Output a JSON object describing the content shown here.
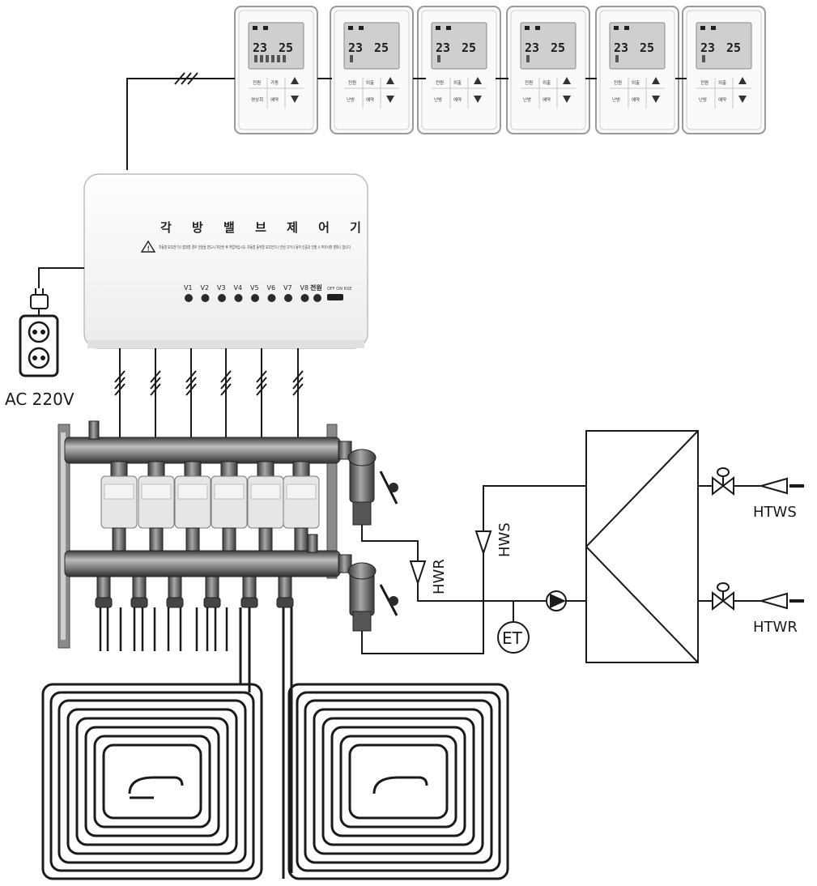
{
  "thermostat": {
    "temp_current": "23",
    "temp_set": "25",
    "btn_power": "전원",
    "btn_heat": "가동",
    "btn_cool": "외출",
    "btn_mode": "난방",
    "btn_mode_first": "영상회",
    "btn_reserve": "예약",
    "count": 6
  },
  "controller": {
    "title": "각 방 밸 브 제 어 기",
    "warning": "차동형 보조전기나 접대형 경우 전원을 반드시 차단한 후 작업하십시오. 차동형 동작형 보조전기나 전원 끄거나 동작 인증과 진행 시 주의사항 범위나 합니다.",
    "valve_labels": [
      "V1",
      "V2",
      "V3",
      "V4",
      "V5",
      "V6",
      "V7",
      "V8"
    ],
    "power_label": "전원",
    "switch_label": "OFF ON RSE"
  },
  "power_supply": {
    "label": "AC 220V"
  },
  "piping": {
    "hwr": "HWR",
    "hws": "HWS",
    "et": "ET",
    "htws": "HTWS",
    "htwr": "HTWR"
  },
  "colors": {
    "line": "#1a1a1a",
    "device_white": "#fafafa",
    "lcd": "#cfcfcf",
    "steel": "#6f6f6f",
    "actuator": "#e6e6e6"
  }
}
